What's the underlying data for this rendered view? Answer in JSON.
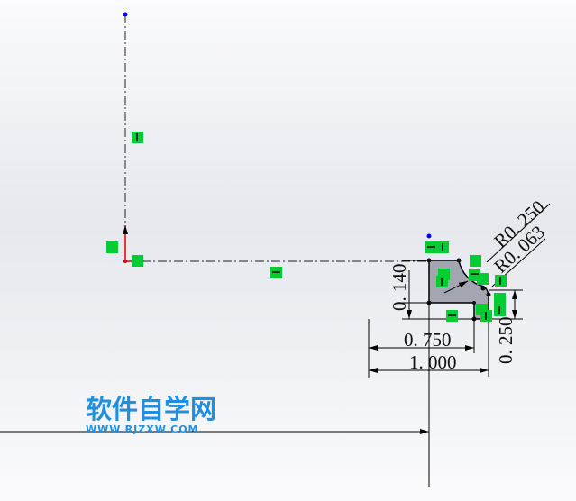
{
  "sketch": {
    "dimensions": {
      "height_small": "0. 140",
      "width_inner": "0. 750",
      "width_total": "1. 000",
      "height_right": "0. 250",
      "radius_large": "R0. 250",
      "radius_small": "R0. 063"
    },
    "colors": {
      "relation": "#00cc33",
      "profile_fill": "#a3a6b0",
      "point": "#0000ee",
      "origin": "#dd0000"
    }
  },
  "watermark": {
    "title": "软件自学网",
    "url": "WWW.RJZXW.COM"
  }
}
